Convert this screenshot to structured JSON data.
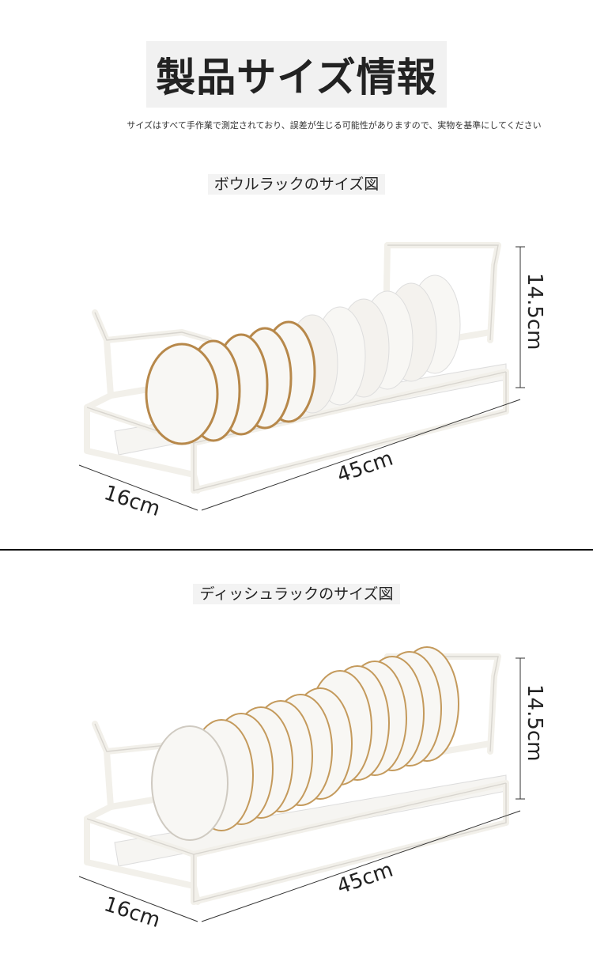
{
  "header": {
    "title": "製品サイズ情報",
    "note": "サイズはすべて手作業で測定されており、誤差が生じる可能性がありますので、実物を基準にしてください"
  },
  "sections": [
    {
      "title": "ボウルラックのサイズ図",
      "height_label": "14.5cm",
      "length_label": "45cm",
      "depth_label": "16cm"
    },
    {
      "title": "ディッシュラックのサイズ図",
      "height_label": "14.5cm",
      "length_label": "45cm",
      "depth_label": "16cm"
    }
  ]
}
